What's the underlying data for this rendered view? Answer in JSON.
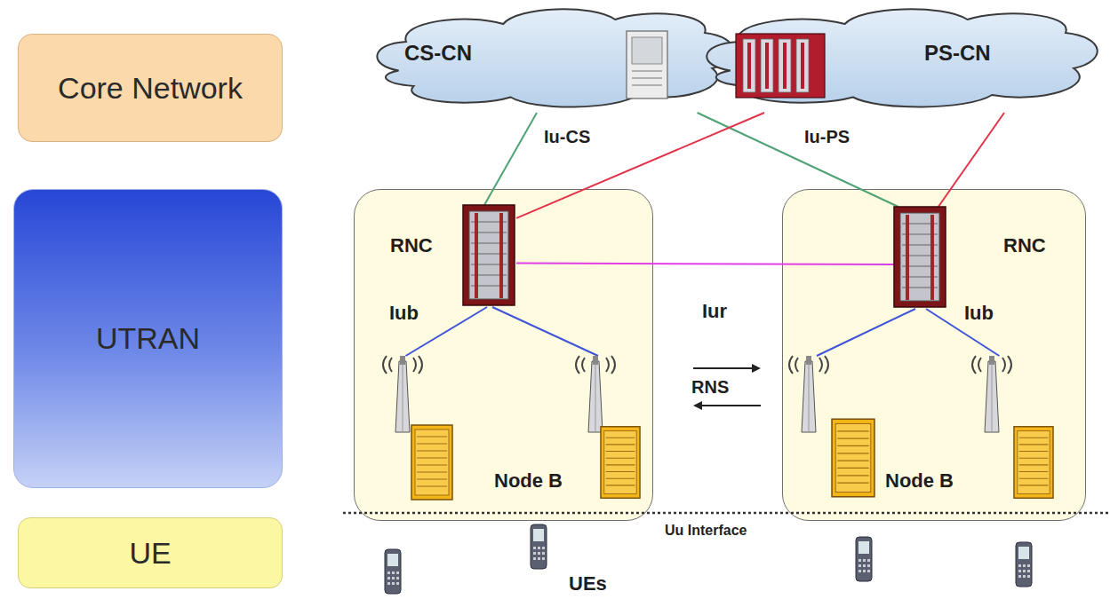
{
  "diagram": {
    "nodes": [
      {
        "text": [
          "Core Network"
        ]
      },
      {
        "text": [
          "UTRAN"
        ]
      },
      {
        "text": [
          "UE"
        ]
      },
      {
        "text": [
          "CS-CN"
        ]
      },
      {
        "text": [
          "PS-CN"
        ]
      },
      {
        "text": []
      },
      {
        "text": [
          "RNC"
        ],
        "in": 5
      },
      {
        "text": [],
        "in": 5
      },
      {
        "text": [
          "Node B"
        ],
        "in": 5
      },
      {
        "text": []
      },
      {
        "text": [
          "RNC"
        ],
        "in": 9
      },
      {
        "text": [
          "Node B"
        ],
        "in": 9
      },
      {
        "text": [],
        "in": 9
      }
    ],
    "edges": [
      {
        "from": 3,
        "to": 6,
        "arrow": "none"
      },
      {
        "from": 3,
        "to": 10,
        "arrow": "none"
      },
      {
        "from": 4,
        "to": 6,
        "arrow": "none"
      },
      {
        "from": 4,
        "to": 10,
        "arrow": "none"
      },
      {
        "from": 6,
        "to": 10,
        "arrow": "none"
      },
      {
        "from": 6,
        "to": 7,
        "arrow": "none"
      },
      {
        "from": 6,
        "to": 8,
        "arrow": "none"
      },
      {
        "from": 10,
        "to": 11,
        "arrow": "none"
      },
      {
        "from": 10,
        "to": 12,
        "arrow": "none"
      }
    ],
    "labels": [
      "Iu-CS",
      "Iu-PS",
      "Iub",
      "Iur",
      "Iub",
      "RNS",
      "Uu Interface",
      "UEs"
    ]
  }
}
